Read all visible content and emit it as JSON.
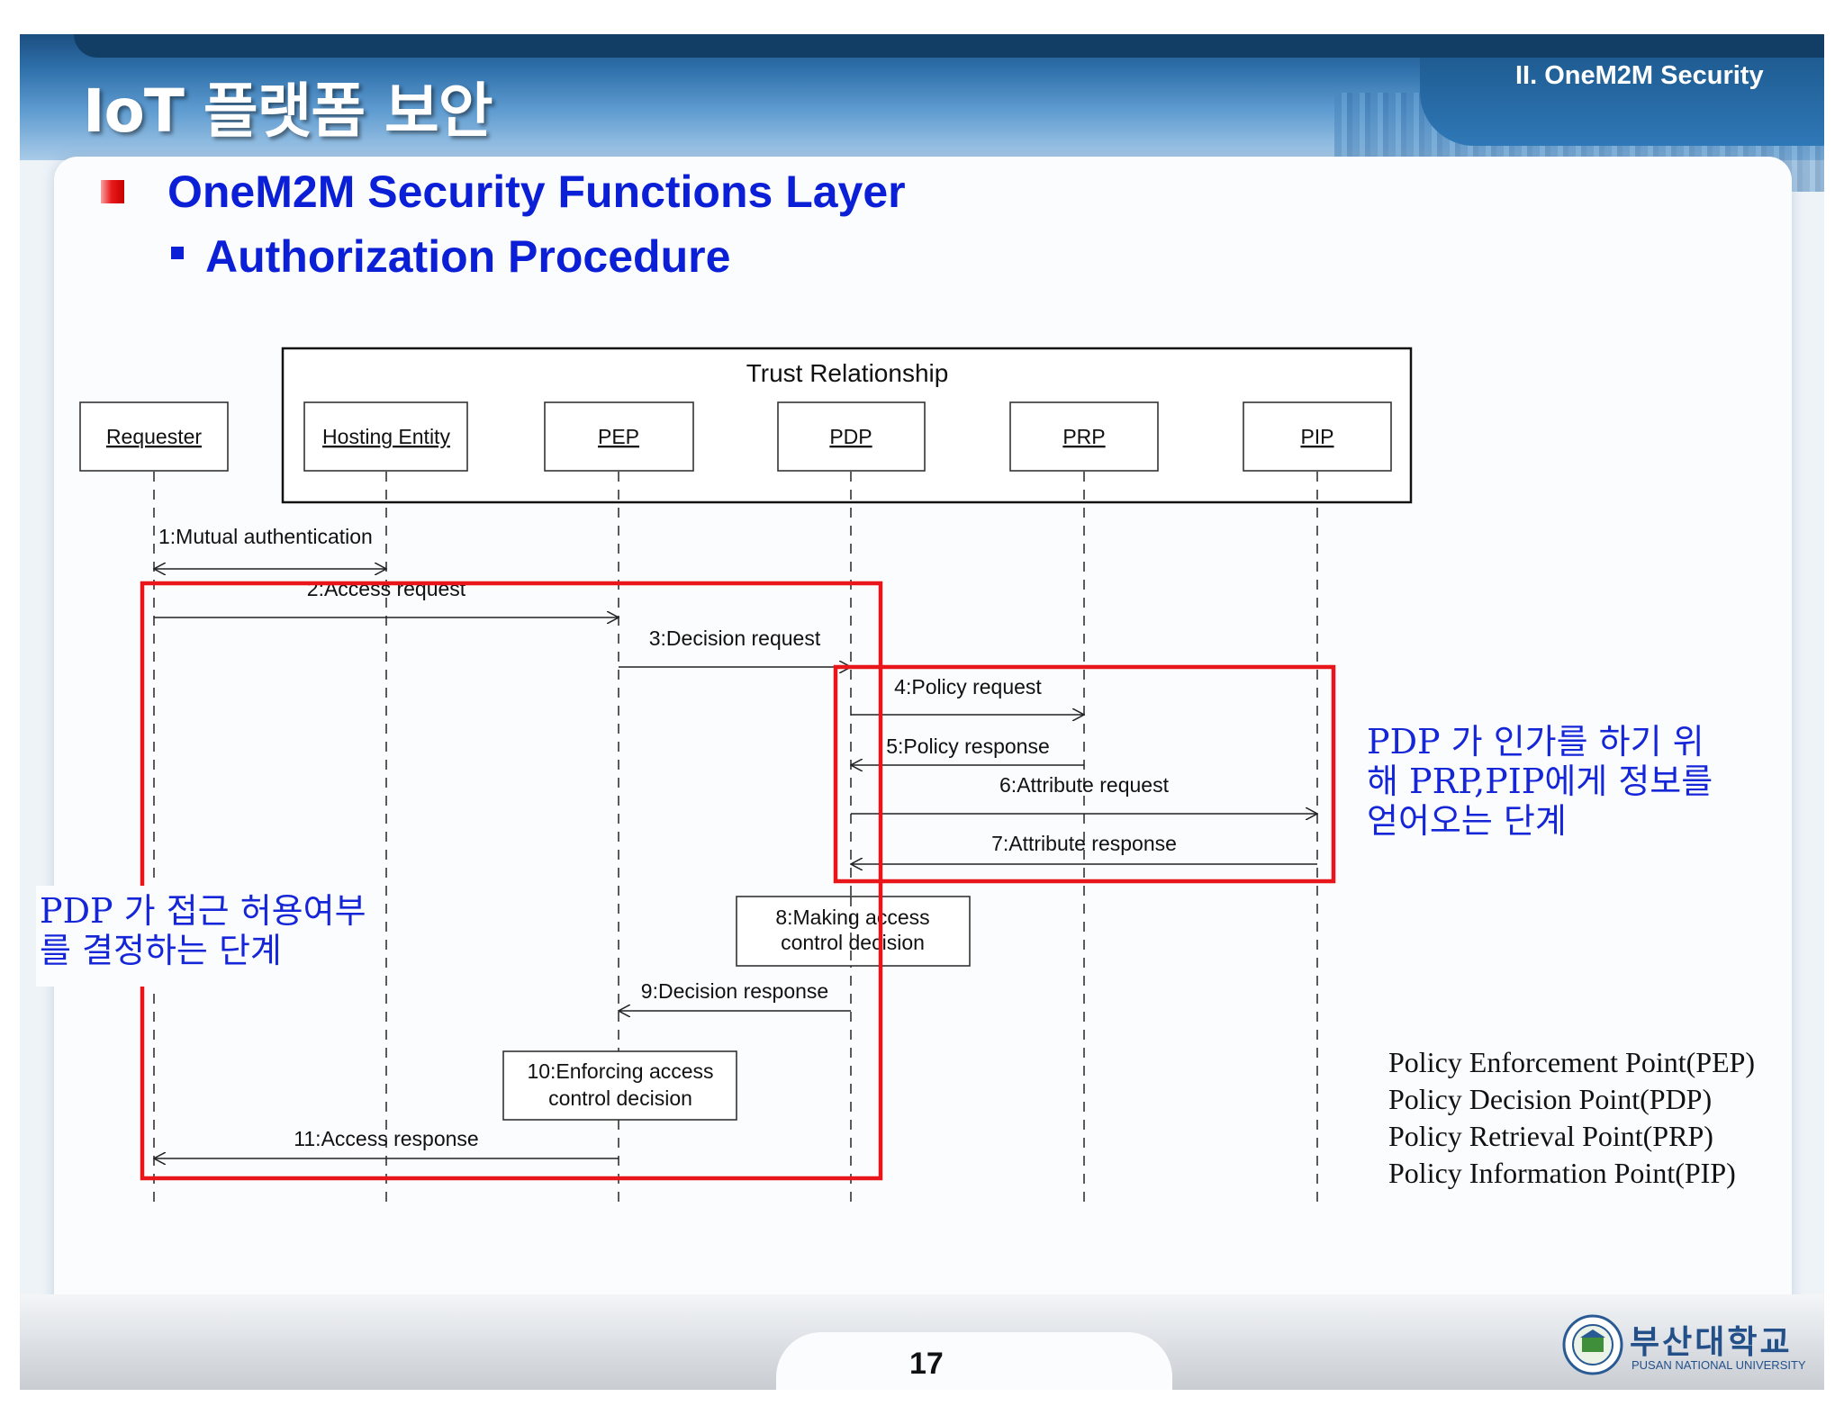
{
  "header": {
    "title": "IoT 플랫폼 보안",
    "section": "II. OneM2M Security"
  },
  "content": {
    "heading": "OneM2M  Security Functions Layer",
    "subheading": "Authorization Procedure"
  },
  "diagram": {
    "group_label": "Trust Relationship",
    "participants": [
      "Requester",
      "Hosting Entity",
      "PEP",
      "PDP",
      "PRP",
      "PIP"
    ],
    "messages": [
      "1:Mutual authentication",
      "2:Access request",
      "3:Decision request",
      "4:Policy request",
      "5:Policy response",
      "6:Attribute request",
      "7:Attribute response",
      "9:Decision response",
      "11:Access response"
    ],
    "activities": [
      {
        "line1": "8:Making access",
        "line2": "control decision"
      },
      {
        "line1": "10:Enforcing  access",
        "line2": "control decision"
      }
    ]
  },
  "annotations": {
    "left_note": [
      "PDP 가 접근 허용여부",
      "를 결정하는 단계"
    ],
    "right_note": [
      "PDP 가 인가를 하기 위",
      "해 PRP,PIP에게 정보를",
      "얻어오는 단계"
    ],
    "highlight_color": "#e8151b",
    "note_color": "#1526d8"
  },
  "legend": [
    "Policy Enforcement Point(PEP)",
    "Policy Decision Point(PDP)",
    "Policy Retrieval Point(PRP)",
    "Policy Information Point(PIP)"
  ],
  "footer": {
    "page_number": "17",
    "university_kr": "부산대학교",
    "university_en": "PUSAN NATIONAL UNIVERSITY"
  }
}
